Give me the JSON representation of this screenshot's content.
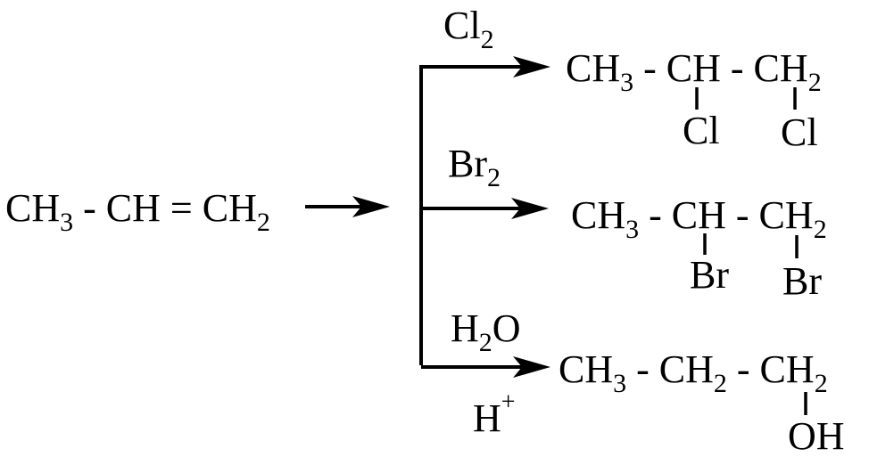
{
  "reactant": {
    "p1": "CH",
    "s1": "3",
    "p2": " - CH = CH",
    "s2": "2"
  },
  "reactions": [
    {
      "reagent_top": {
        "text": "Cl",
        "sub": "2"
      },
      "product": {
        "p1": "CH",
        "s1": "3",
        "p2": " - CH - CH",
        "s2": "2",
        "sub_left": "Cl",
        "sub_right": "Cl"
      }
    },
    {
      "reagent_top": {
        "text": "Br",
        "sub": "2"
      },
      "product": {
        "p1": "CH",
        "s1": "3",
        "p2": " - CH - CH",
        "s2": "2",
        "sub_left": "Br",
        "sub_right": "Br"
      }
    },
    {
      "reagent_top": {
        "pre": "H",
        "sub": "2",
        "post": "O"
      },
      "reagent_bottom": {
        "text": "H",
        "sup": "+"
      },
      "product": {
        "p1": "CH",
        "s1": "3",
        "p2": " - CH",
        "s2": "2",
        "p3": " - CH",
        "s3": "2",
        "sub_right": "OH"
      }
    }
  ]
}
